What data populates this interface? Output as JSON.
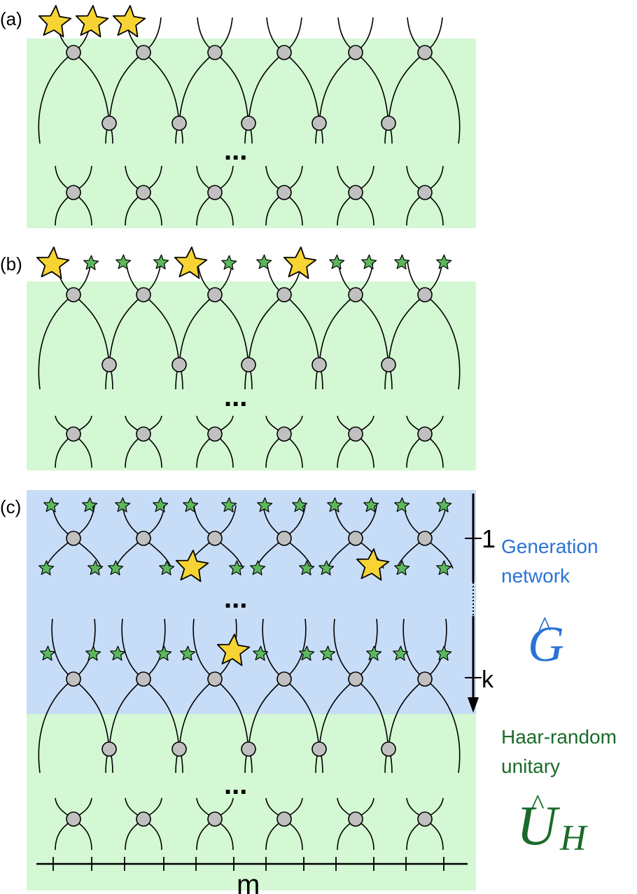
{
  "panels": [
    {
      "label": "(a)"
    },
    {
      "label": "(b)"
    },
    {
      "label": "(c)"
    }
  ],
  "ellipsis": "...",
  "depth_axis": {
    "start": "1",
    "end": "k"
  },
  "generation": {
    "line1": "Generation",
    "line2": "network",
    "symbol": "G",
    "hat": "^"
  },
  "haar": {
    "line1": "Haar-random",
    "line2": "unitary",
    "symbol": "U",
    "subscript": "H",
    "hat": "^"
  },
  "mode_axis": {
    "label": "m"
  },
  "colors": {
    "haar_bg": "#d3f8d3",
    "gen_bg": "#c7dcf7",
    "node_fill": "#c0c0c0",
    "big_star": "#f7d433",
    "small_star": "#5cb85c",
    "gen_text": "#2a73d6",
    "haar_text": "#1a6b2a"
  }
}
